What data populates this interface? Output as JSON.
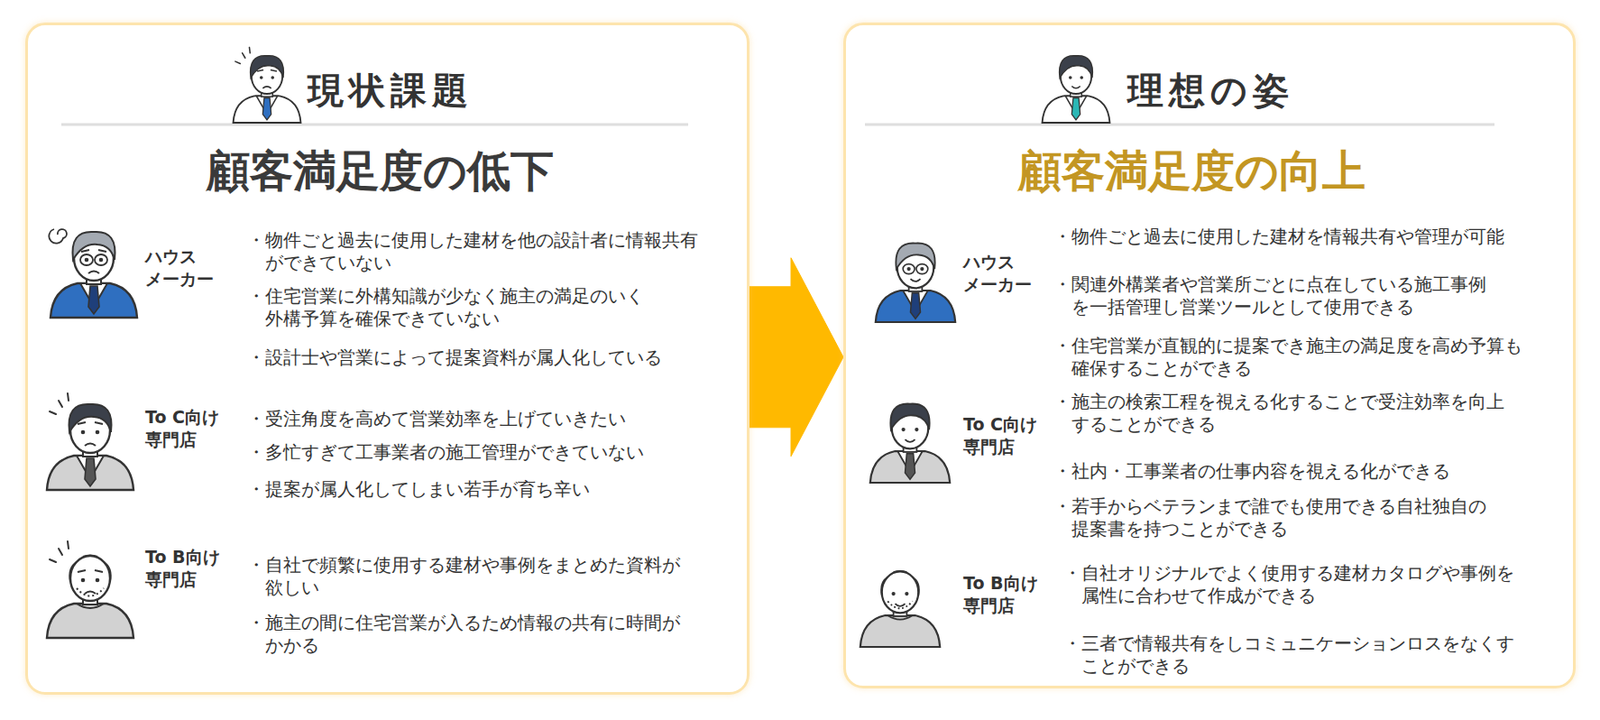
{
  "diagram": {
    "nodes": [
      {
        "text": [
          "現状課題",
          "顧客満足度の低下",
          "ハウス メーカー",
          "・物件ごと過去に使用した建材を他の設計者に情報共有 ができていない",
          "・住宅営業に外構知識が少なく施主の満足のいく 外構予算を確保できていない",
          "・設計士や営業によって提案資料が属人化している",
          "To C向け 専門店",
          "・受注角度を高めて営業効率を上げていきたい",
          "・多忙すぎて工事業者の施工管理ができていない",
          "・提案が属人化してしまい若手が育ち辛い",
          "To B向け 専門店",
          "・自社で頻繁に使用する建材や事例をまとめた資料が 欲しい",
          "・施主の間に住宅営業が入るため情報の共有に時間が かかる"
        ]
      },
      {
        "text": [
          "理想の姿",
          "顧客満足度の向上",
          "ハウス メーカー",
          "・物件ごと過去に使用した建材を情報共有や管理が可能",
          "・関連外構業者や営業所ごとに点在している施工事例 を一括管理し営業ツールとして使用できる",
          "・住宅営業が直観的に提案でき施主の満足度を高め予算も 確保することができる",
          "To C向け 専門店",
          "・施主の検索工程を視える化することで受注効率を向上 することができる",
          "・社内・工事業者の仕事内容を視える化ができる",
          "・若手からベテランまで誰でも使用できる自社独自の 提案書を持つことができる",
          "To B向け 専門店",
          "・自社オリジナルでよく使用する建材カタログや事例を 属性に合わせて作成ができる",
          "・三者で情報共有をしコミュニケーションロスをなくす ことができる"
        ]
      }
    ],
    "edges": [
      {
        "from": 0,
        "to": 1,
        "arrow": "to"
      }
    ]
  }
}
